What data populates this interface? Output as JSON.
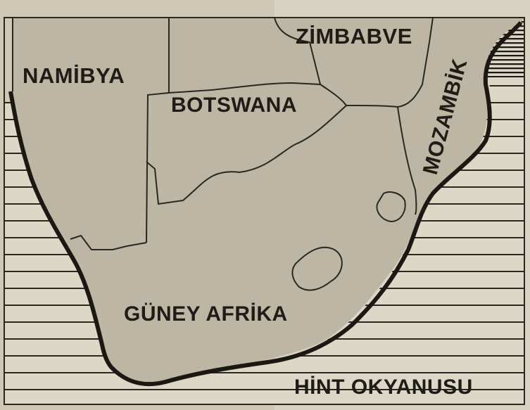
{
  "map": {
    "countries": {
      "namibia": "NAMİBYA",
      "botswana": "BOTSWANA",
      "zimbabwe": "ZİMBABVE",
      "mozambique": "MOZAMBİK",
      "south_africa": "GÜNEY AFRİKA"
    },
    "water": {
      "indian_ocean": "HİNT OKYANUSU"
    },
    "colors": {
      "land": "#b9b29f",
      "land_light": "#c9c2af",
      "ocean": "#ded8c8",
      "hatch": "#2a2620",
      "border": "#2a2620",
      "text": "#1f1c17"
    }
  }
}
